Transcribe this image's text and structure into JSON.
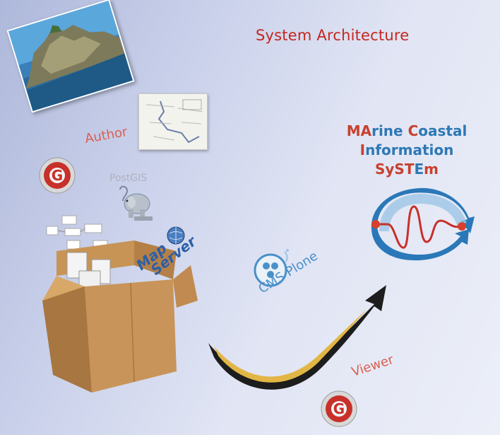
{
  "title": "System Architecture",
  "labels": {
    "author": "Author",
    "postgis": "PostGIS",
    "viewer": "Viewer",
    "cms": "CMS Plone",
    "map": "Map",
    "server": "Server"
  },
  "marine": {
    "line1_a": "MA",
    "line1_b": "rine ",
    "line1_c": "C",
    "line1_d": "oastal",
    "line2_a": "I",
    "line2_b": "nformation",
    "line3_a": "SyST",
    "line3_b": "E",
    "line3_c": "m"
  },
  "colors": {
    "title": "#c4271f",
    "accent_blue": "#2e78b5",
    "accent_red": "#c8402e",
    "box_brown": "#c8945a",
    "arrow_yellow": "#e2b645"
  },
  "icons": [
    "gvsig-logo",
    "postgis-elephant-icon",
    "mapserver-globe-icon",
    "plone-logo-icon",
    "cardboard-box",
    "curved-arrow"
  ]
}
